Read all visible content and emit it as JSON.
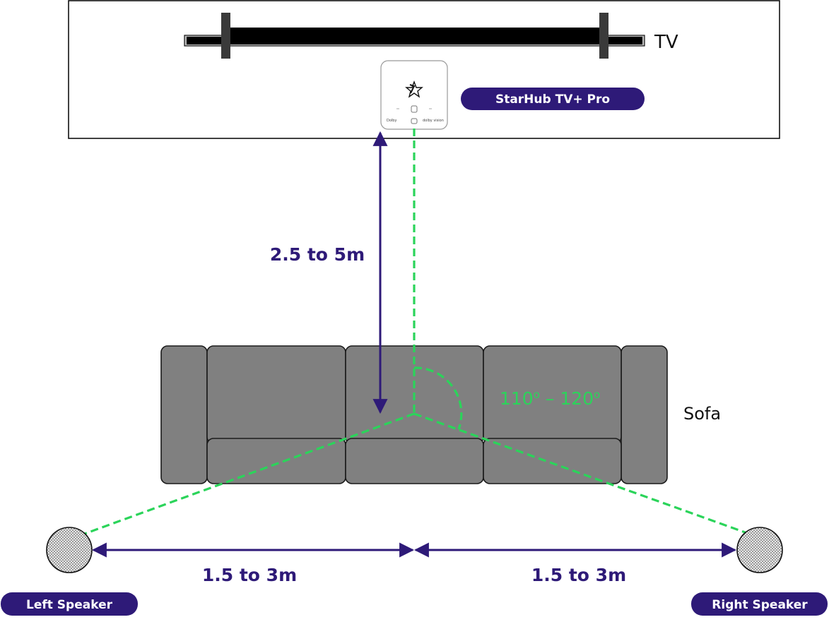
{
  "colors": {
    "accent": "#2e1a78",
    "guide_line": "#2bd45a",
    "sofa": "#808080",
    "outline": "#1a1a1a"
  },
  "tv": {
    "label": "TV"
  },
  "device": {
    "label": "StarHub TV+ Pro",
    "badge_left": "Dolby",
    "badge_right": "dolby vision"
  },
  "sofa": {
    "label": "Sofa"
  },
  "distances": {
    "tv_to_sofa": "2.5 to 5m",
    "left_span": "1.5 to 3m",
    "right_span": "1.5 to 3m"
  },
  "angle": {
    "from": "110",
    "to": "120",
    "degree_mark": "o",
    "separator": " – "
  },
  "speakers": {
    "left": "Left Speaker",
    "right": "Right Speaker"
  }
}
